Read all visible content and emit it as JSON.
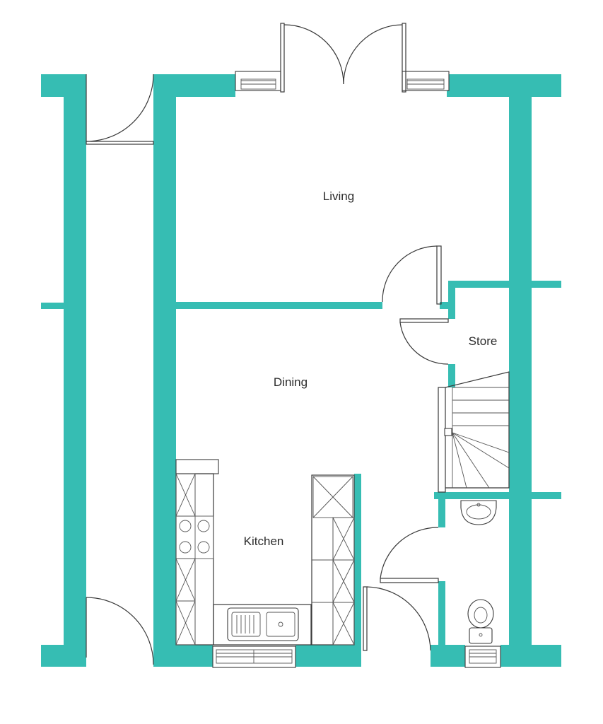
{
  "rooms": {
    "living": "Living",
    "dining": "Dining",
    "store": "Store",
    "kitchen": "Kitchen"
  },
  "colors": {
    "wall": "#36bdb3",
    "line": "#3a3a3a",
    "background": "#ffffff"
  },
  "icons": [
    "door-swing-icon",
    "window-icon",
    "stairs-icon",
    "sink-icon",
    "hob-icon",
    "basin-icon",
    "toilet-icon"
  ]
}
